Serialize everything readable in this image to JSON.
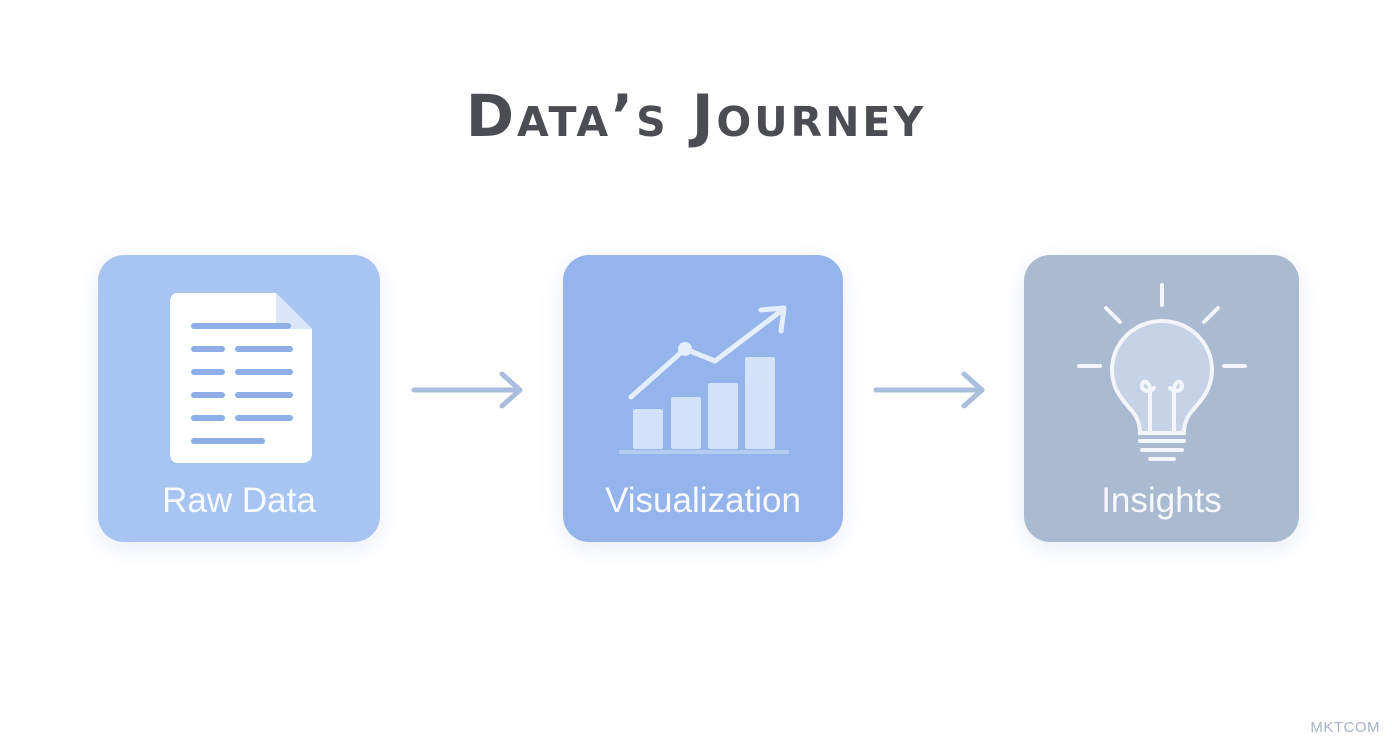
{
  "title": "Data’s Journey",
  "colors": {
    "title": "#4b4d52",
    "card_raw": "#a8c4f2",
    "card_visual": "#95b4ec",
    "card_insights": "#a9bad1",
    "arrow": "#a9bddd",
    "watermark": "#a7b3c6"
  },
  "steps": [
    {
      "label": "Raw Data",
      "icon": "document-icon"
    },
    {
      "label": "Visualization",
      "icon": "bar-chart-trend-icon"
    },
    {
      "label": "Insights",
      "icon": "lightbulb-icon"
    }
  ],
  "connectors": [
    {
      "icon": "arrow-right-icon"
    },
    {
      "icon": "arrow-right-icon"
    }
  ],
  "watermark": "MKTCOM"
}
